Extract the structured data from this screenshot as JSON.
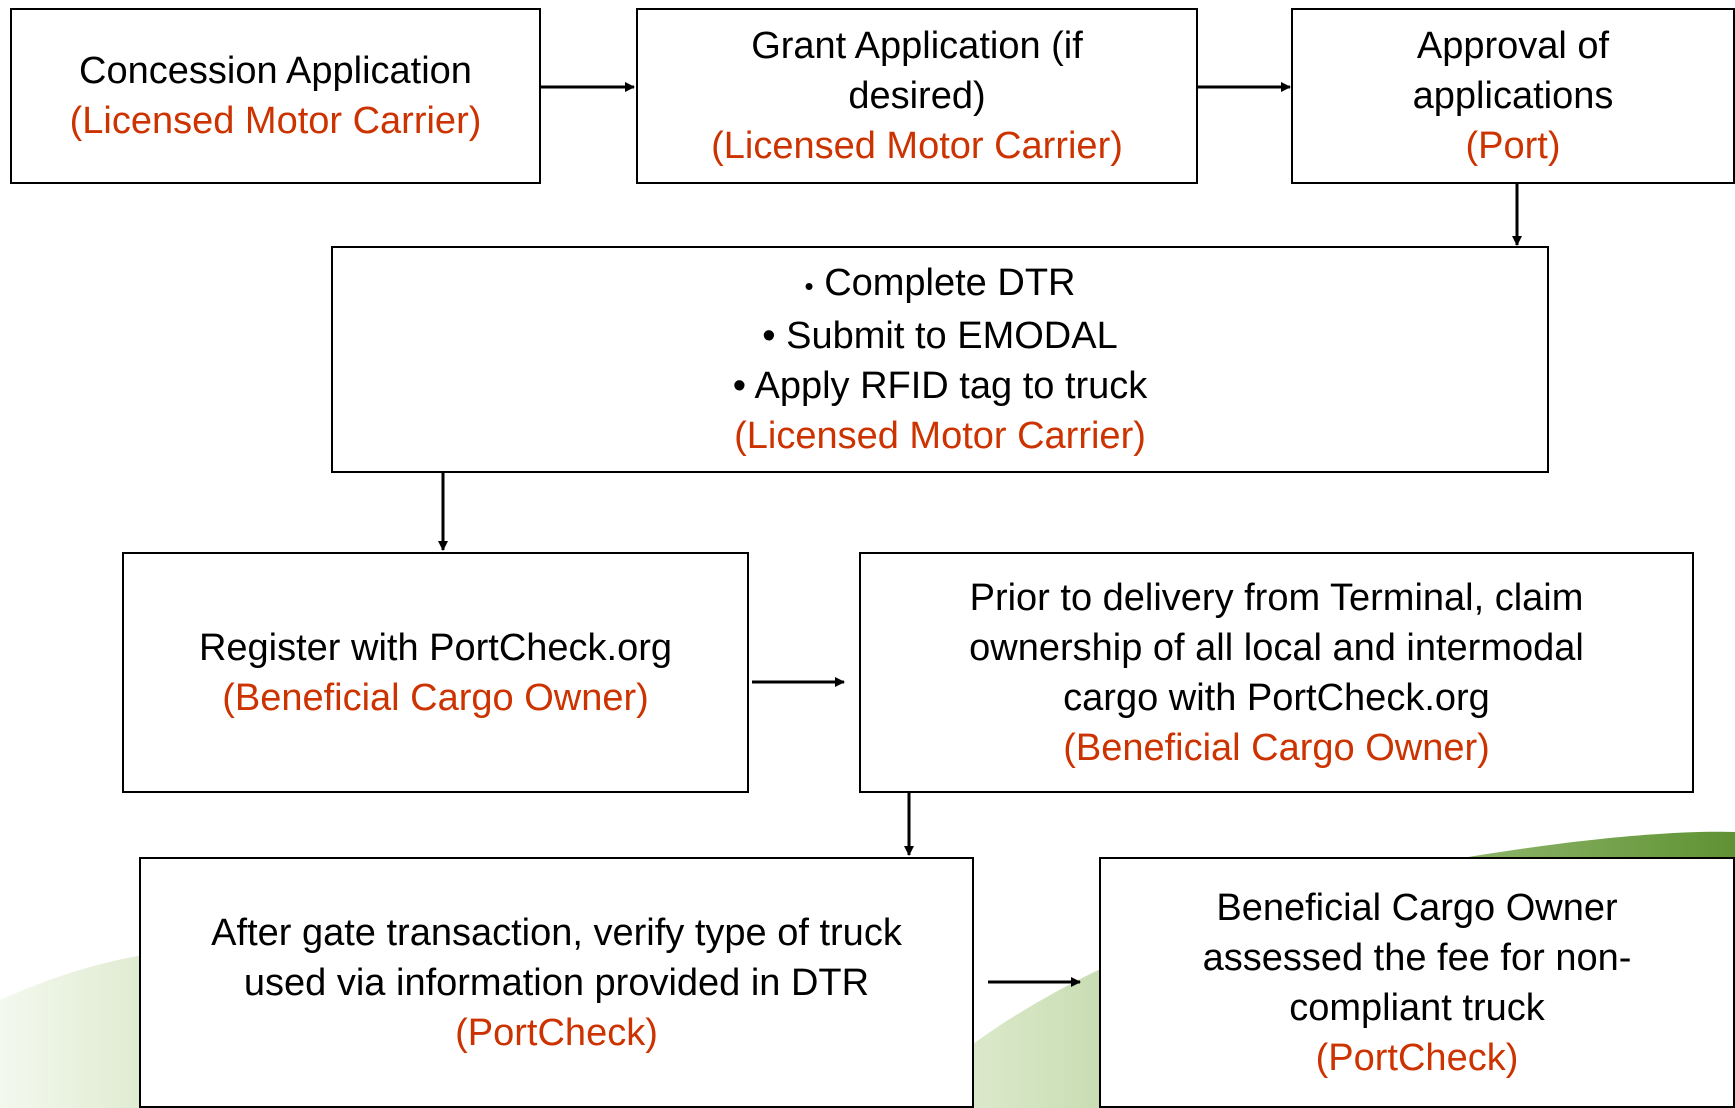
{
  "colors": {
    "text": "#000000",
    "role": "#cc3300",
    "border": "#000000",
    "background_swoosh": "#6a9a3a"
  },
  "boxes": {
    "concession": {
      "lines": [
        "Concession Application"
      ],
      "role": "(Licensed Motor Carrier)"
    },
    "grant": {
      "lines": [
        "Grant Application (if",
        "desired)"
      ],
      "role": "(Licensed Motor Carrier)"
    },
    "approval": {
      "lines": [
        "Approval of",
        "applications"
      ],
      "role": "(Port)"
    },
    "dtr": {
      "bullets": [
        "Complete DTR",
        "Submit to EMODAL",
        "Apply RFID tag to truck"
      ],
      "role": "(Licensed Motor Carrier)"
    },
    "register": {
      "lines": [
        "Register with PortCheck.org"
      ],
      "role": "(Beneficial Cargo Owner)"
    },
    "prior": {
      "lines": [
        "Prior to delivery from Terminal, claim",
        "ownership of all local and intermodal",
        "cargo with PortCheck.org"
      ],
      "role": "(Beneficial Cargo Owner)"
    },
    "after": {
      "lines": [
        "After gate transaction, verify type of truck",
        "used via information provided in DTR"
      ],
      "role": "(PortCheck)"
    },
    "fee": {
      "lines": [
        "Beneficial Cargo Owner",
        "assessed the fee for non-",
        "compliant truck"
      ],
      "role": "(PortCheck)"
    }
  }
}
